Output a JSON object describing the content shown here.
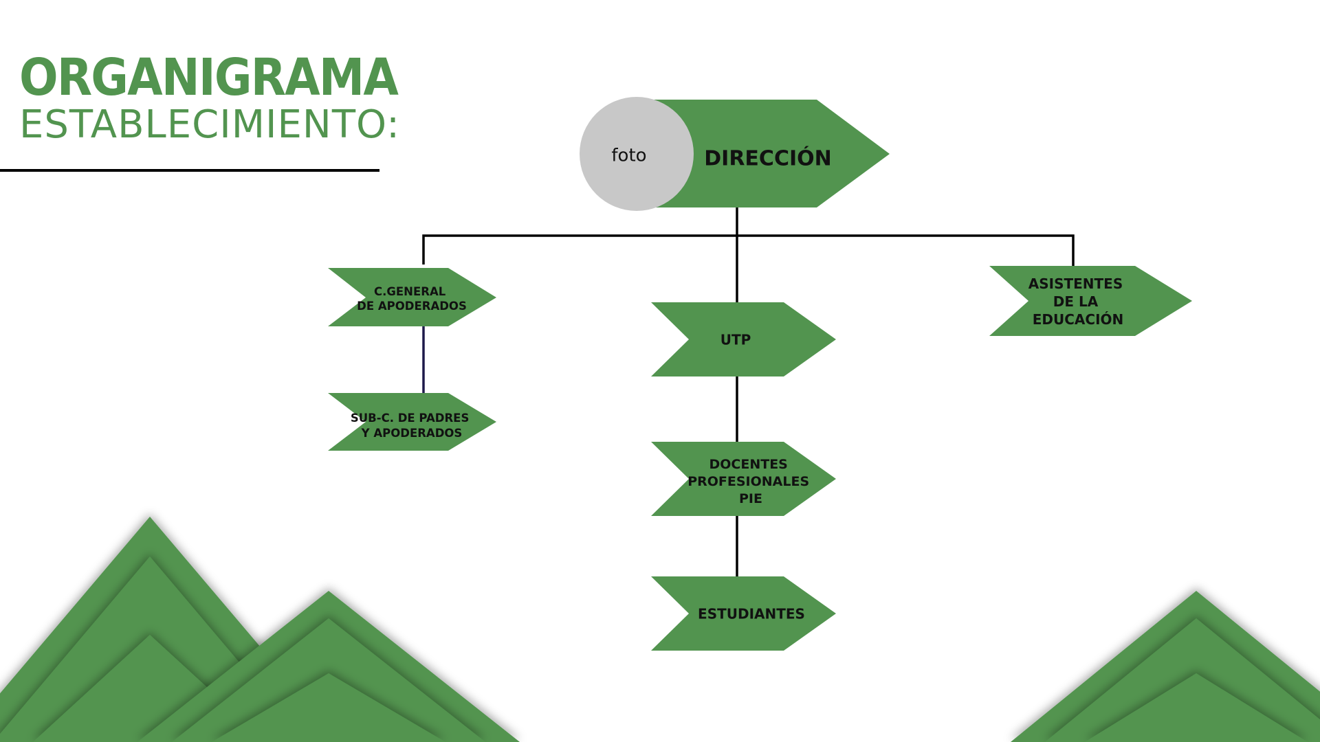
{
  "header": {
    "title": "ORGANIGRAMA",
    "subtitle": "ESTABLECIMIENTO:"
  },
  "colors": {
    "box_green": "#52944f",
    "mountain_light": "#52944f",
    "mountain_dark": "#3f7a3c",
    "photo_circle": "#c8c8c8",
    "connector": "#000000",
    "connector_parents": "#1e1a4a"
  },
  "nodes": {
    "direccion": {
      "label": "DIRECCIÓN",
      "photo_label": "foto"
    },
    "cgeneral": {
      "lines": [
        "C.GENERAL",
        "DE APODERADOS"
      ]
    },
    "subc": {
      "lines": [
        "SUB-C. DE PADRES",
        "Y APODERADOS"
      ]
    },
    "utp": {
      "lines": [
        "UTP"
      ]
    },
    "docentes": {
      "lines": [
        "DOCENTES",
        "PROFESIONALES",
        "PIE"
      ]
    },
    "estudiantes": {
      "lines": [
        "ESTUDIANTES"
      ]
    },
    "asistentes": {
      "lines": [
        "ASISTENTES",
        "DE LA",
        "EDUCACIÓN"
      ]
    }
  }
}
